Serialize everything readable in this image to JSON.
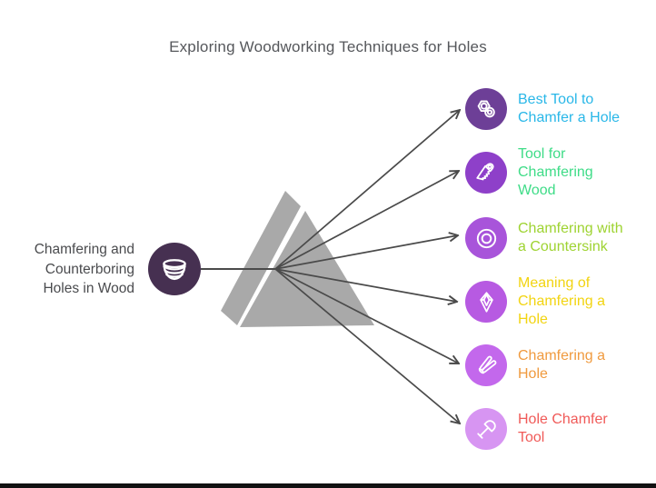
{
  "title": {
    "text": "Exploring Woodworking Techniques for Holes",
    "color": "#55575b"
  },
  "colors": {
    "connector": "#4a4a4a",
    "prism": "#a9a9a9",
    "footer_bar": "#111111",
    "icon_stroke": "#ffffff"
  },
  "root": {
    "label_lines": [
      "Chamfering and",
      "Counterboring",
      "Holes in Wood"
    ],
    "text_color": "#4a4b4e",
    "circle_color": "#463051",
    "icon": "bowl-icon"
  },
  "items": [
    {
      "label_lines": [
        "Best Tool to",
        "Chamfer a Hole"
      ],
      "icon": "hex-nuts-icon",
      "circle_color": "#6d3f97",
      "text_color": "#29b7e8"
    },
    {
      "label_lines": [
        "Tool for",
        "Chamfering",
        "Wood"
      ],
      "icon": "hand-saw-icon",
      "circle_color": "#8e40c9",
      "text_color": "#3edc87"
    },
    {
      "label_lines": [
        "Chamfering with",
        "a Countersink"
      ],
      "icon": "countersink-rings-icon",
      "circle_color": "#a854da",
      "text_color": "#9ed331"
    },
    {
      "label_lines": [
        "Meaning of",
        "Chamfering a",
        "Hole"
      ],
      "icon": "gem-icon",
      "circle_color": "#b75ae2",
      "text_color": "#f2d411"
    },
    {
      "label_lines": [
        "Chamfering a",
        "Hole"
      ],
      "icon": "pliers-icon",
      "circle_color": "#c368ec",
      "text_color": "#f09a3e"
    },
    {
      "label_lines": [
        "Hole Chamfer",
        "Tool"
      ],
      "icon": "shovel-icon",
      "circle_color": "#d795f2",
      "text_color": "#f05a58"
    }
  ]
}
